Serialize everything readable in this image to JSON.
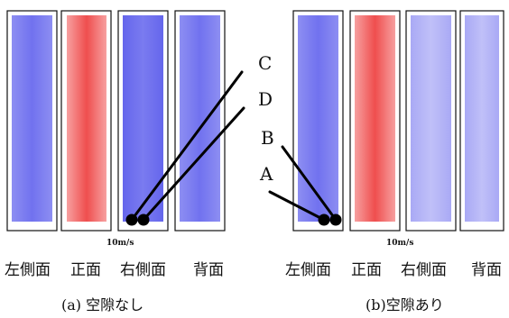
{
  "panels": [
    {
      "faces": [
        "左側面",
        "正面",
        "右側面",
        "背面"
      ],
      "speed_label": "10m/s",
      "caption": "(a) 空隙なし"
    },
    {
      "faces": [
        "左側面",
        "正面",
        "右側面",
        "背面"
      ],
      "speed_label": "10m/s",
      "caption": "(b)空隙あり"
    }
  ],
  "points": [
    "C",
    "D",
    "B",
    "A"
  ],
  "colors": {
    "wind_blue": "#7b7cf0",
    "front_red": "#f05a5a",
    "frame": "#111111",
    "pointer": "#000000"
  }
}
